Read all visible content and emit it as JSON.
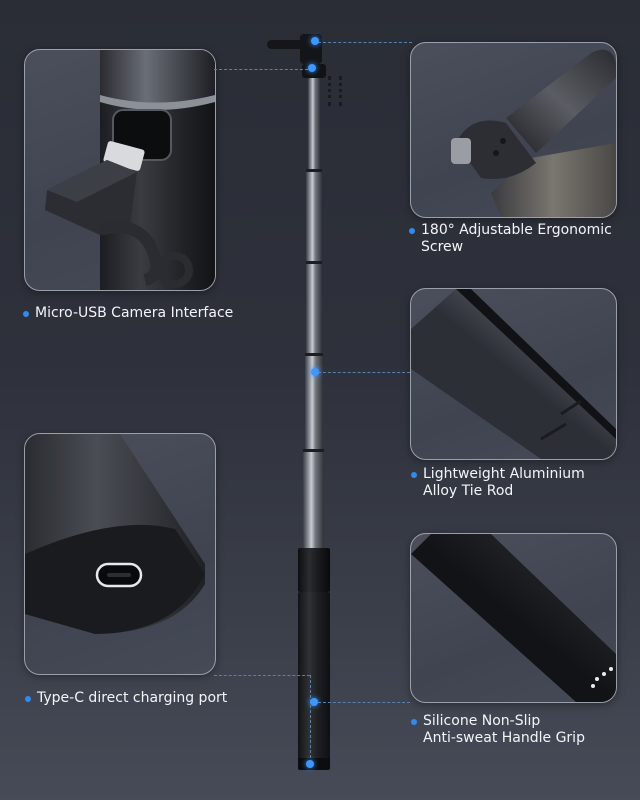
{
  "product": {
    "type": "extension pole / selfie stick",
    "accent_color": "#2f8bf0",
    "background_color": "#2e313b"
  },
  "features": [
    {
      "id": "micro-usb",
      "label": "Micro-USB Camera Interface",
      "position": "top-left"
    },
    {
      "id": "screw",
      "label_line1": "180° Adjustable Ergonomic",
      "label_line2": "Screw",
      "position": "top-right"
    },
    {
      "id": "rod",
      "label_line1": "Lightweight Aluminium",
      "label_line2": "Alloy Tie Rod",
      "position": "middle-right"
    },
    {
      "id": "type-c",
      "label": "Type-C direct charging port",
      "position": "bottom-left"
    },
    {
      "id": "grip",
      "label_line1": "Silicone Non-Slip",
      "label_line2": "Anti-sweat Handle Grip",
      "position": "bottom-right"
    }
  ]
}
